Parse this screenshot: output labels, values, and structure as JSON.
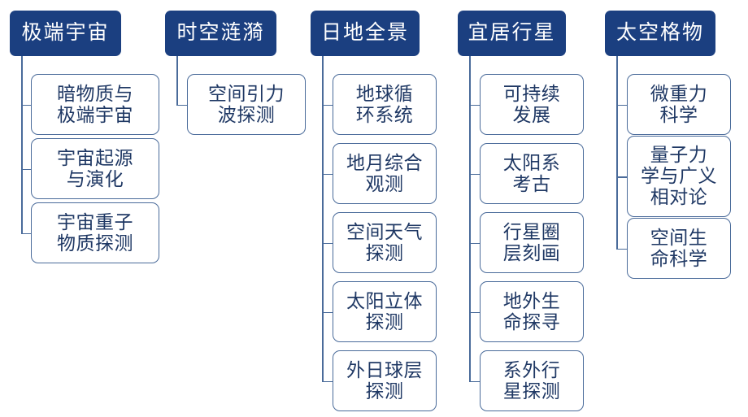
{
  "diagram": {
    "type": "tree-hierarchy",
    "title_text": "",
    "colors": {
      "header_fill": "#1b3f80",
      "header_text": "#ffffff",
      "box_fill": "#ffffff",
      "box_border": "#4a6b9a",
      "box_text": "#1f3864",
      "background": "#ffffff"
    },
    "columns": [
      {
        "id": "extreme-universe",
        "header": "极端宇宙",
        "children": [
          {
            "lines": [
              "暗物质与",
              "极端宇宙"
            ]
          },
          {
            "lines": [
              "宇宙起源",
              "与演化"
            ]
          },
          {
            "lines": [
              "宇宙重子",
              "物质探测"
            ]
          }
        ]
      },
      {
        "id": "spacetime-ripples",
        "header": "时空涟漪",
        "children": [
          {
            "lines": [
              "空间引力",
              "波探测"
            ]
          }
        ]
      },
      {
        "id": "sun-earth-panorama",
        "header": "日地全景",
        "children": [
          {
            "lines": [
              "地球循",
              "环系统"
            ]
          },
          {
            "lines": [
              "地月综合",
              "观测"
            ]
          },
          {
            "lines": [
              "空间天气",
              "探测"
            ]
          },
          {
            "lines": [
              "太阳立体",
              "探测"
            ]
          },
          {
            "lines": [
              "外日球层",
              "探测"
            ]
          }
        ]
      },
      {
        "id": "habitable-planets",
        "header": "宜居行星",
        "children": [
          {
            "lines": [
              "可持续",
              "发展"
            ]
          },
          {
            "lines": [
              "太阳系",
              "考古"
            ]
          },
          {
            "lines": [
              "行星圈",
              "层刻画"
            ]
          },
          {
            "lines": [
              "地外生",
              "命探寻"
            ]
          },
          {
            "lines": [
              "系外行",
              "星探测"
            ]
          }
        ]
      },
      {
        "id": "space-investigation",
        "header": "太空格物",
        "children": [
          {
            "lines": [
              "微重力",
              "科学"
            ]
          },
          {
            "lines": [
              "量子力",
              "学与广义",
              "相对论"
            ]
          },
          {
            "lines": [
              "空间生",
              "命科学"
            ]
          }
        ]
      }
    ]
  }
}
